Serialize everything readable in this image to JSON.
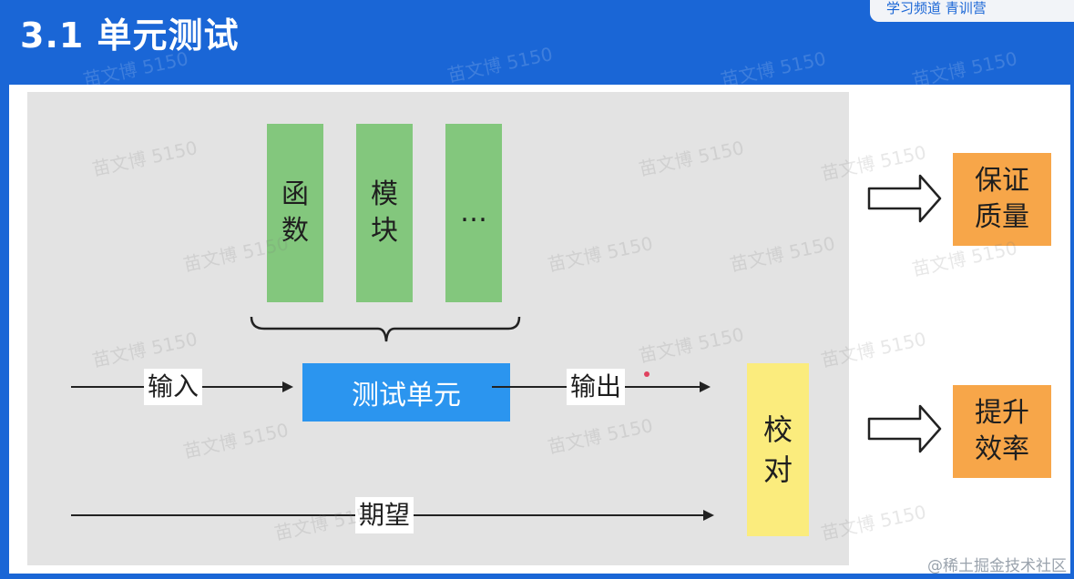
{
  "header": {
    "title": "3.1 单元测试",
    "badge": "学习频道  青训营"
  },
  "diagram": {
    "blocks": [
      "函数",
      "模块",
      "…"
    ],
    "unit": "测试单元",
    "input_label": "输入",
    "output_label": "输出",
    "expected_label": "期望",
    "check_label": "校对",
    "benefits": [
      "保证质量",
      "提升效率"
    ]
  },
  "watermark": {
    "text": "苗文博 5150",
    "footer": "@稀土掘金技术社区"
  },
  "colors": {
    "header_bg": "#1a66d6",
    "block_green": "#83c77d",
    "unit_blue": "#2b95ef",
    "check_yellow": "#fbec7d",
    "benefit_orange": "#f7a649"
  }
}
